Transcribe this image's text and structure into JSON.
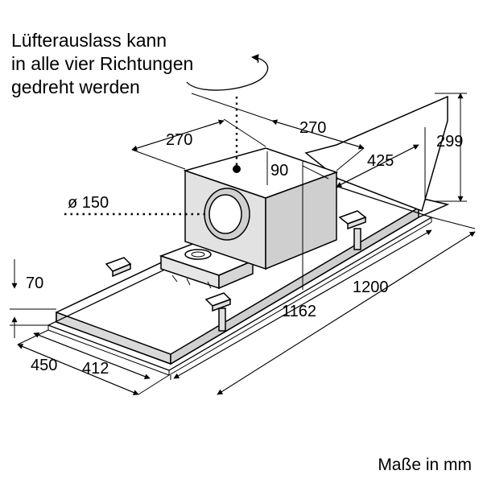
{
  "note": {
    "line1": "Lüfterauslass kann",
    "line2": "in alle vier Richtungen",
    "line3": "gedreht werden"
  },
  "units": "Maße in mm",
  "dimensions": {
    "box_depth": "270",
    "box_width": "270",
    "outlet_diameter": "ø 150",
    "outlet_offset": "90",
    "box_offset": "425",
    "total_height": "299",
    "frame_height": "70",
    "cutout_length": "1162",
    "total_length": "1200",
    "total_depth": "450",
    "cutout_depth": "412"
  },
  "icons": {
    "rotate": "rotate-arrow-icon",
    "up_arrow": "arrow-up-icon",
    "down_arrow": "arrow-down-icon"
  }
}
